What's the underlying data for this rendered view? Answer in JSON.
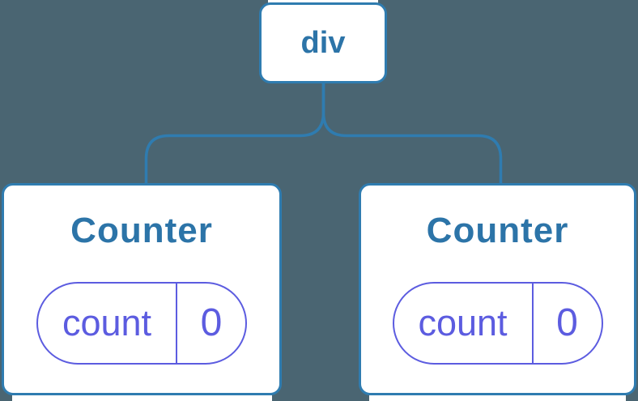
{
  "diagram": {
    "type": "component-tree",
    "root": {
      "label": "div"
    },
    "children": [
      {
        "title": "Counter",
        "state": {
          "key": "count",
          "value": "0"
        }
      },
      {
        "title": "Counter",
        "state": {
          "key": "count",
          "value": "0"
        }
      }
    ]
  },
  "colors": {
    "background": "#4A6572",
    "stroke_blue": "#2F7CB0",
    "text_blue": "#2C74A8",
    "purple": "#5C5CE0",
    "node_fill": "#FFFFFF"
  }
}
